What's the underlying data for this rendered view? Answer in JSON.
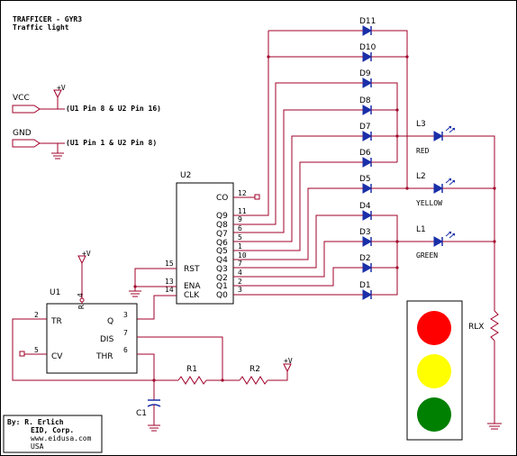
{
  "title": {
    "line1": "TRAFFICER - GYR3",
    "line2": "Traffic light"
  },
  "power": {
    "vcc_label": "VCC",
    "vcc_note": "(U1 Pin 8 & U2 Pin 16)",
    "gnd_label": "GND",
    "gnd_note": "(U1 Pin 1 & U2 Pin 8)",
    "plus_v": "+V"
  },
  "u1": {
    "ref": "U1",
    "pins": {
      "tr": "TR",
      "q": "Q",
      "cv": "CV",
      "dis": "DIS",
      "thr": "THR",
      "r": "R"
    },
    "pin_numbers": {
      "p2": "2",
      "p3": "3",
      "p4": "4",
      "p5": "5",
      "p6": "6",
      "p7": "7"
    },
    "plus_v": "+V"
  },
  "u2": {
    "ref": "U2",
    "pins": {
      "co": "CO",
      "q9": "Q9",
      "q8": "Q8",
      "q7": "Q7",
      "q6": "Q6",
      "q5": "Q5",
      "q4": "Q4",
      "q3": "Q3",
      "q2": "Q2",
      "q1": "Q1",
      "q0": "Q0",
      "rst": "RST",
      "ena": "ENA",
      "clk": "CLK"
    },
    "pin_numbers": {
      "co": "12",
      "q9": "11",
      "q8": "9",
      "q7": "6",
      "q6": "5",
      "q5": "1",
      "q4": "10",
      "q3": "7",
      "q2": "4",
      "q1": "2",
      "q0": "3",
      "rst": "15",
      "ena": "13",
      "clk": "14"
    }
  },
  "diodes": [
    "D11",
    "D10",
    "D9",
    "D8",
    "D7",
    "D6",
    "D5",
    "D4",
    "D3",
    "D2",
    "D1"
  ],
  "leds": [
    {
      "ref": "L3",
      "color": "RED"
    },
    {
      "ref": "L2",
      "color": "YELLOW"
    },
    {
      "ref": "L1",
      "color": "GREEN"
    }
  ],
  "resistors": {
    "r1": "R1",
    "r2": "R2",
    "rlx": "RLX"
  },
  "capacitor": "C1",
  "plus_v_r2": "+V",
  "traffic_light_colors": {
    "red": "#ff0000",
    "yellow": "#ffff00",
    "green": "#008000"
  },
  "credits": {
    "line1": "By: R. Erlich",
    "line2": "EID, Corp.",
    "line3": "www.eidusa.com",
    "line4": "USA"
  }
}
